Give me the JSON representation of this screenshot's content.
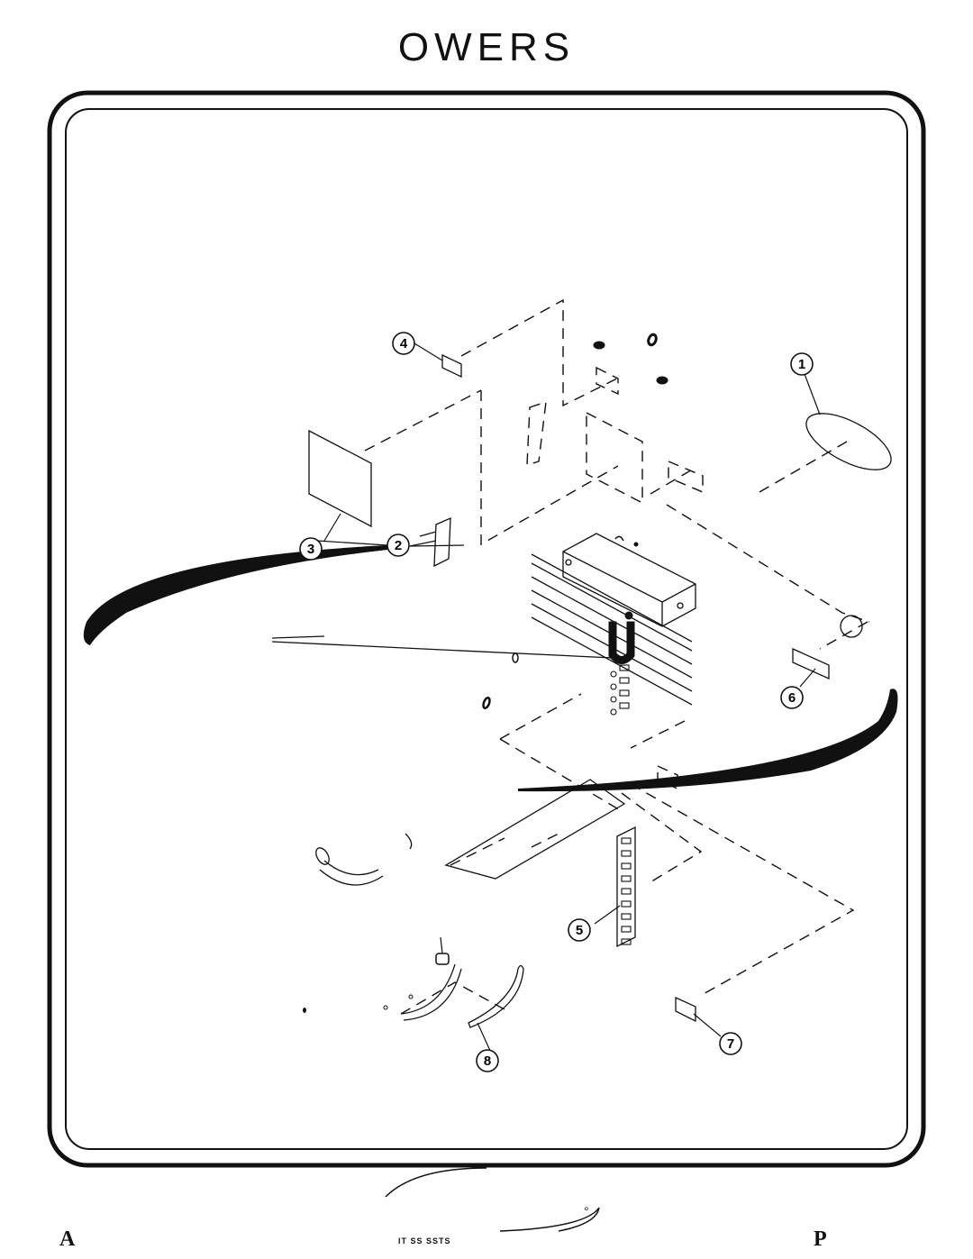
{
  "header": {
    "title": "OWERS"
  },
  "diagram": {
    "callouts": [
      {
        "id": "callout-1",
        "label": "1"
      },
      {
        "id": "callout-2",
        "label": "2"
      },
      {
        "id": "callout-3",
        "label": "3"
      },
      {
        "id": "callout-4",
        "label": "4"
      },
      {
        "id": "callout-5",
        "label": "5"
      },
      {
        "id": "callout-6",
        "label": "6"
      },
      {
        "id": "callout-7",
        "label": "7"
      },
      {
        "id": "callout-8",
        "label": "8"
      }
    ]
  },
  "footer": {
    "left_letter": "A",
    "right_letter": "P",
    "center_text": "IT SS SSTS",
    "degree": "°"
  }
}
